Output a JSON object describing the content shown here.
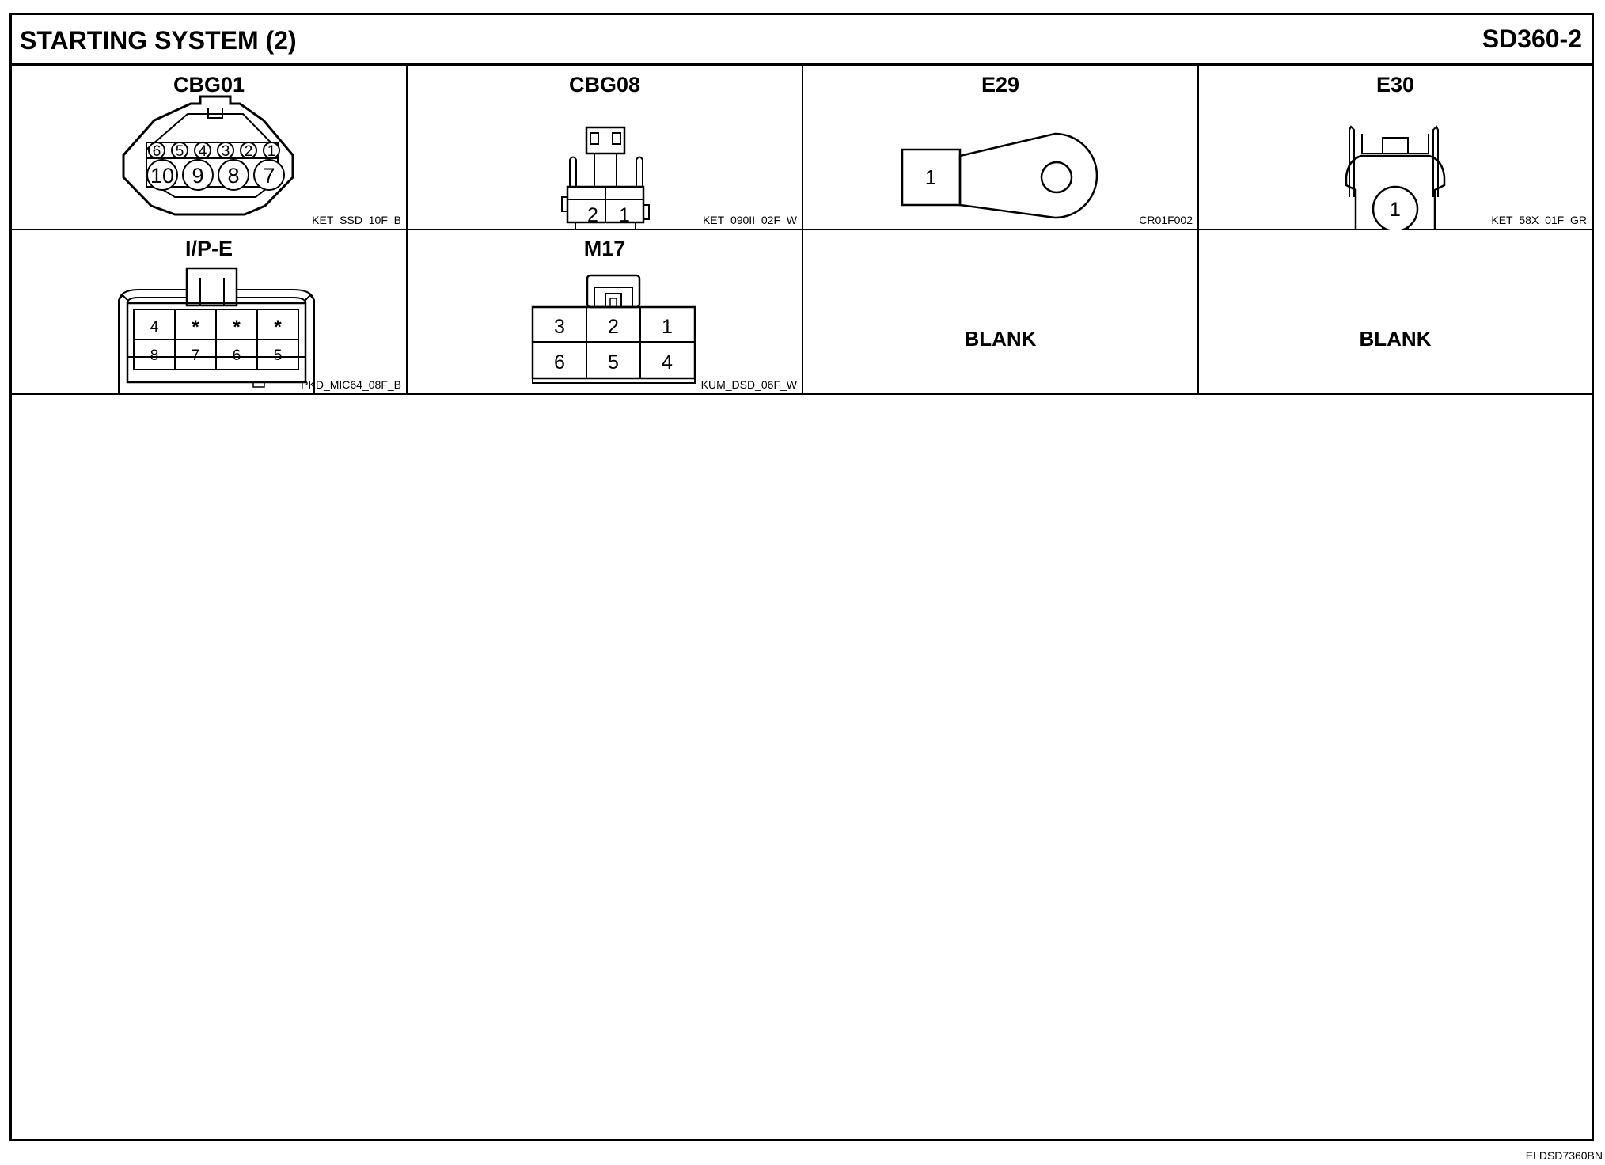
{
  "header": {
    "title": "STARTING SYSTEM (2)",
    "code": "SD360-2"
  },
  "connectors": [
    {
      "name": "CBG01",
      "part": "KET_SSD_10F_B",
      "pins_top": [
        "6",
        "5",
        "4",
        "3",
        "2",
        "1"
      ],
      "pins_bottom": [
        "10",
        "9",
        "8",
        "7"
      ]
    },
    {
      "name": "CBG08",
      "part": "KET_090II_02F_W",
      "pins": [
        "2",
        "1"
      ]
    },
    {
      "name": "E29",
      "part": "CR01F002",
      "pins": [
        "1"
      ]
    },
    {
      "name": "E30",
      "part": "KET_58X_01F_GR",
      "pins": [
        "1"
      ]
    },
    {
      "name": "I/P-E",
      "part": "PKD_MIC64_08F_B",
      "pins_top": [
        "4",
        "*",
        "*",
        "*"
      ],
      "pins_bottom": [
        "8",
        "7",
        "6",
        "5"
      ]
    },
    {
      "name": "M17",
      "part": "KUM_DSD_06F_W",
      "pins_top": [
        "3",
        "2",
        "1"
      ],
      "pins_bottom": [
        "6",
        "5",
        "4"
      ]
    },
    {
      "label": "BLANK"
    },
    {
      "label": "BLANK"
    }
  ],
  "footer": {
    "code": "ELDSD7360BN"
  }
}
